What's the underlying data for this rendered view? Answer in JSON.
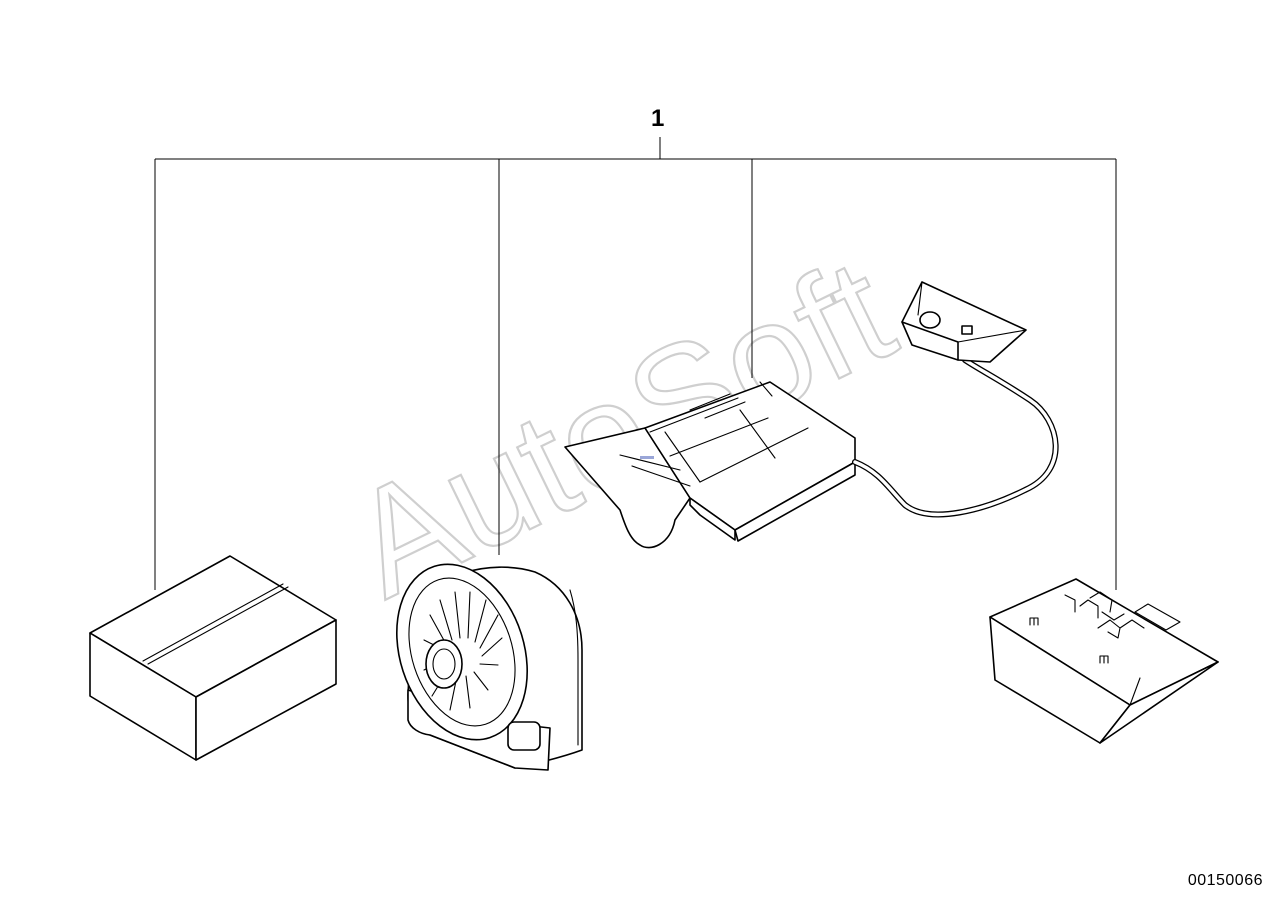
{
  "diagram": {
    "callout_label": "1",
    "document_number": "00150066",
    "watermark_text": "AutoSoft",
    "line_color": "#000000",
    "watermark_color": "#cfcfcf",
    "parts": [
      {
        "name": "box-part"
      },
      {
        "name": "siren-part"
      },
      {
        "name": "control-unit-with-sensor-part"
      },
      {
        "name": "module-part"
      }
    ]
  }
}
